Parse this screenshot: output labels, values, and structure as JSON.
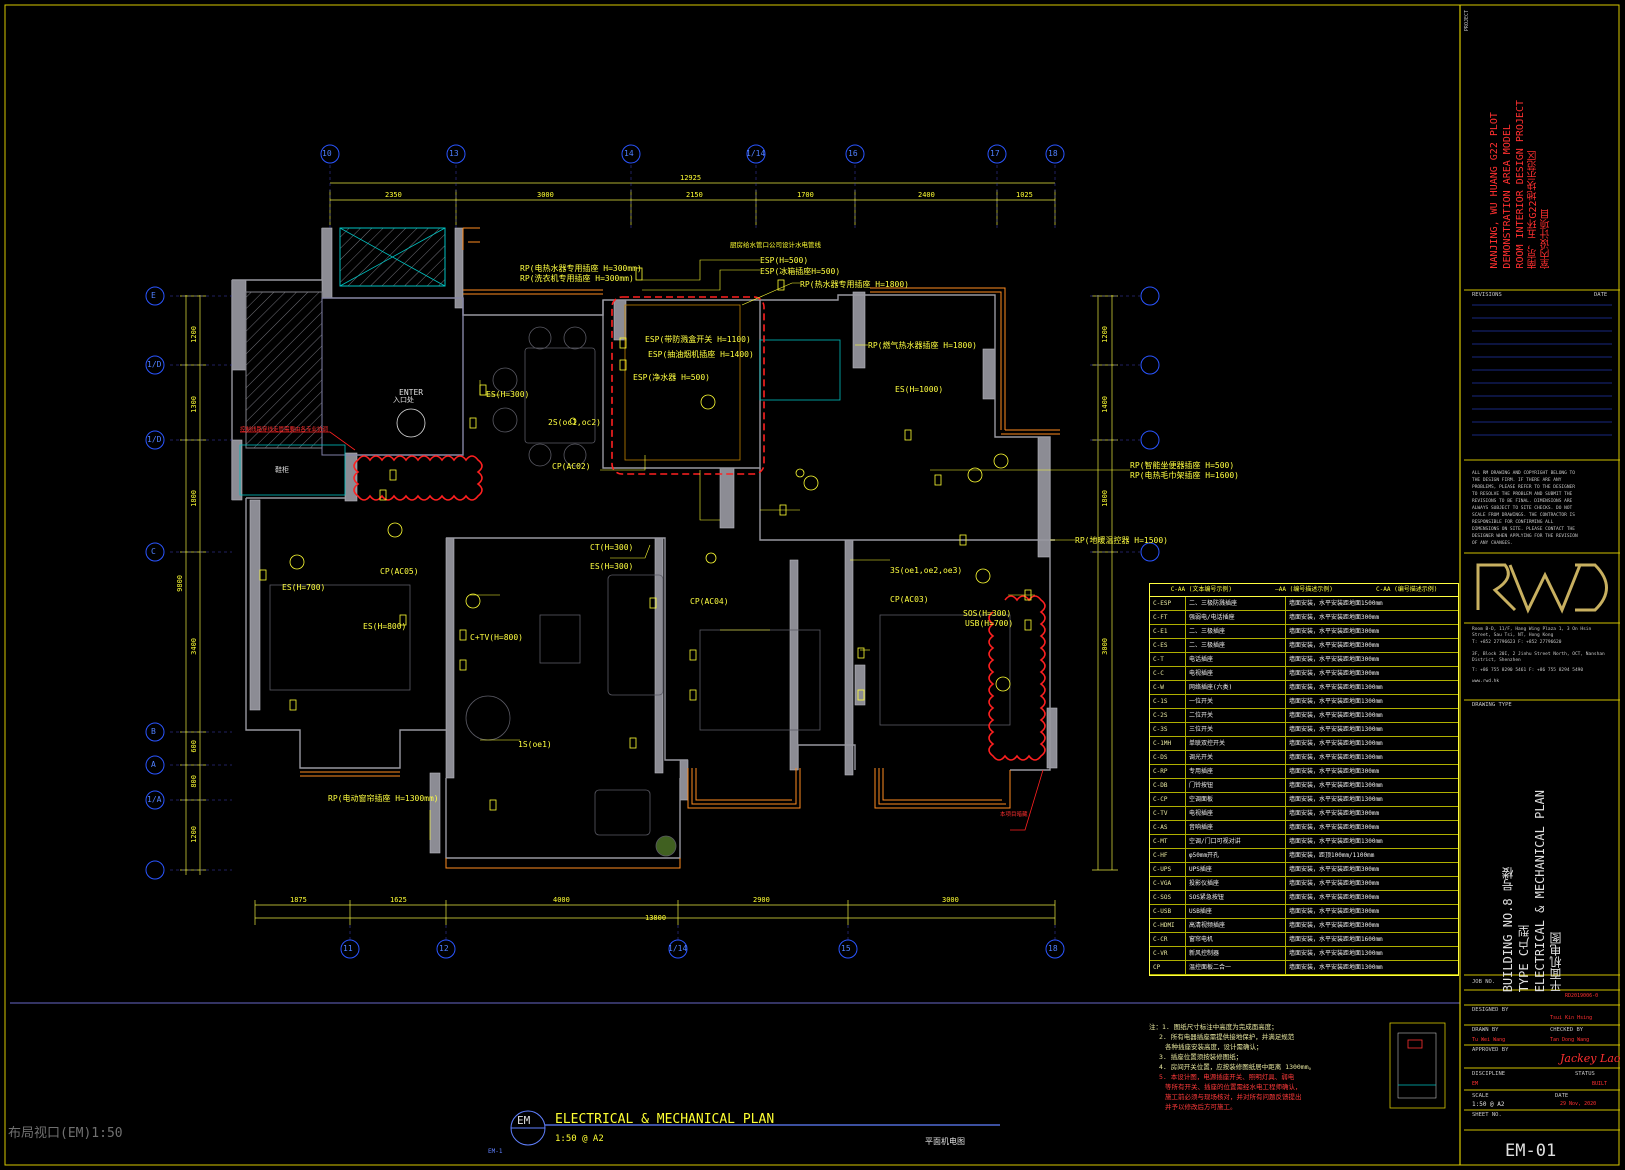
{
  "drawing": {
    "grid_top": [
      "10",
      "13",
      "14",
      "1/14",
      "16",
      "17",
      "18"
    ],
    "grid_bottom": [
      "11",
      "12",
      "1/14",
      "15",
      "18"
    ],
    "grid_left": [
      "E",
      "1/D",
      "1/D",
      "C",
      "B",
      "A",
      "1/A"
    ],
    "dims_top_total": "12925",
    "dims_top": [
      "2350",
      "3000",
      "2150",
      "1700",
      "2400",
      "1025"
    ],
    "dims_bottom_total": "13800",
    "dims_bottom": [
      "1875",
      "1625",
      "4000",
      "2900",
      "3000"
    ],
    "dims_left": [
      "1200",
      "1300",
      "1800",
      "3400",
      "600",
      "800",
      "1200"
    ],
    "dims_left_total": "9800",
    "dims_right": [
      "1200",
      "1400",
      "1800",
      "3000"
    ],
    "label_enter": "ENTER",
    "label_enter_cn": "入口处",
    "label_shoe": "鞋柜",
    "red_note_1": "控制线路穿线走管需要由各专业协调",
    "red_note_2": "本项目暗藏",
    "kitchen_note": "厨房给水管口公司设计水电管线",
    "annotations": [
      "ESP(H=500)",
      "ESP(冰箱插座H=500)",
      "RP(热水器专用插座 H=1800)",
      "RP(电热水器专用插座 H=300mm)",
      "RP(洗衣机专用插座 H=300mm)",
      "ESP(带防溅盒开关 H=1100)",
      "ESP(抽油烟机插座 H=1400)",
      "ESP(净水器 H=500)",
      "RP(燃气热水器插座 H=1800)",
      "ES(H=300)",
      "2S(oc1,oc2)",
      "RP(智能坐便器插座 H=500)",
      "RP(电热毛巾架插座 H=1600)",
      "ES(H=1000)",
      "CP(AC02)",
      "ES(H=300)",
      "ES(H=700)",
      "ES(H=800)",
      "C+TV(H=800)",
      "USB(H=700)",
      "SOS(H=300)",
      "CT(H=300)",
      "1S(oe1)",
      "RP(电动窗帘插座 H=1300mm)",
      "RP(地暖温控器 H=1500)",
      "CP(AC05)",
      "CP(AC03)",
      "CP(AC04)",
      "3S(oe1,oe2,oe3)"
    ]
  },
  "legend": {
    "headers": [
      "C-AA (文本编号示例)",
      "—AA (编号描述示例)",
      "C-AA (编号描述示例)"
    ],
    "rows": [
      {
        "code": "C-ESP",
        "name": "二、三极防溅插座",
        "spec": "墙面安装，水平安装距地面1500mm"
      },
      {
        "code": "C-FT",
        "name": "强弱电/电话插座",
        "spec": "墙面安装，水平安装距地面300mm"
      },
      {
        "code": "C-E1",
        "name": "二、三极插座",
        "spec": "墙面安装，水平安装距地面300mm"
      },
      {
        "code": "C-ES",
        "name": "二、三极插座",
        "spec": "墙面安装，水平安装距地面300mm"
      },
      {
        "code": "C-T",
        "name": "电话插座",
        "spec": "墙面安装，水平安装距地面300mm"
      },
      {
        "code": "C-C",
        "name": "电视插座",
        "spec": "墙面安装，水平安装距地面300mm"
      },
      {
        "code": "C-W",
        "name": "网络插座(六类)",
        "spec": "墙面安装，水平安装距地面1300mm"
      },
      {
        "code": "C-1S",
        "name": "一位开关",
        "spec": "墙面安装，水平安装距地面1300mm"
      },
      {
        "code": "C-2S",
        "name": "二位开关",
        "spec": "墙面安装，水平安装距地面1300mm"
      },
      {
        "code": "C-3S",
        "name": "三位开关",
        "spec": "墙面安装，水平安装距地面1300mm"
      },
      {
        "code": "C-1MH",
        "name": "单联双控开关",
        "spec": "墙面安装，水平安装距地面1300mm"
      },
      {
        "code": "C-DS",
        "name": "调光开关",
        "spec": "墙面安装，水平安装距地面1300mm"
      },
      {
        "code": "C-RP",
        "name": "专用插座",
        "spec": "墙面安装，水平安装距地面300mm"
      },
      {
        "code": "C-DB",
        "name": "门铃按钮",
        "spec": "墙面安装，水平安装距地面1300mm"
      },
      {
        "code": "C-CP",
        "name": "空调面板",
        "spec": "墙面安装，水平安装距地面1300mm"
      },
      {
        "code": "C-TV",
        "name": "电视插座",
        "spec": "墙面安装，水平安装距地面300mm"
      },
      {
        "code": "C-AS",
        "name": "音响插座",
        "spec": "墙面安装，水平安装距地面300mm"
      },
      {
        "code": "C-MT",
        "name": "空调/门口可视对讲",
        "spec": "墙面安装，水平安装距地面1300mm"
      },
      {
        "code": "C-HF",
        "name": "φ50mm开孔",
        "spec": "墙面安装，距顶100mm/1100mm"
      },
      {
        "code": "C-UPS",
        "name": "UPS插座",
        "spec": "墙面安装，水平安装距地面300mm"
      },
      {
        "code": "C-VGA",
        "name": "投影仪插座",
        "spec": "墙面安装，水平安装距地面300mm"
      },
      {
        "code": "C-SOS",
        "name": "SOS紧急按钮",
        "spec": "墙面安装，水平安装距地面300mm"
      },
      {
        "code": "C-USB",
        "name": "USB插座",
        "spec": "墙面安装，水平安装距地面300mm"
      },
      {
        "code": "C-HDMI",
        "name": "高清视频插座",
        "spec": "墙面安装，水平安装距地面300mm"
      },
      {
        "code": "C-CR",
        "name": "窗帘电机",
        "spec": "墙面安装，水平安装距地面1600mm"
      },
      {
        "code": "C-VR",
        "name": "新风控制器",
        "spec": "墙面安装，水平安装距地面1300mm"
      },
      {
        "code": "CP",
        "name": "温控面板二合一",
        "spec": "墙面安装，水平安装距地面1300mm"
      }
    ]
  },
  "notes": {
    "lines": [
      "注：1. 图纸尺寸标注中高度为完成面高度；",
      "2. 所有电器插座需提供接地保护，并满足规范",
      "各种插座安装高度，设计需确认；",
      "3. 插座位置须按装修图纸；",
      "4. 房间开关位置，应按装修图纸居中距离 1300mm。",
      "5. 本设计图，电源插座开关、照明灯具、弱电",
      "等所有开关、插座的位置需经水电工程师确认，",
      "施工前必须与现场核对，并对所有问题反馈提出",
      "并予以修改后方可施工。"
    ]
  },
  "title_block": {
    "project_label": "PROJECT",
    "project_lines": [
      "NANJING, WU HUANG G22 PLOT",
      "DEMONSTRATION AREA MODEL",
      "ROOM INTERIOR DESIGN PROJECT",
      "南京，五环G22地块示范区",
      "室内设计项目"
    ],
    "revisions_label": "REVISIONS",
    "date_label": "DATE",
    "disclaimer": "ALL RM DRAWING AND COPYRIGHT BELONG TO THE DESIGN FIRM. IF THERE ARE ANY PROBLEMS, PLEASE REFER TO THE DESIGNER TO RESOLVE THE PROBLEM AND SUBMIT THE REVISIONS TO BE FINAL. DIMENSIONS ARE ALWAYS SUBJECT TO SITE CHECKS. DO NOT SCALE FROM DRAWINGS. THE CONTRACTOR IS RESPONSIBLE FOR CONFIRMING ALL DIMENSIONS ON SITE. PLEASE CONTACT THE DESIGNER WHEN APPLYING FOR THE REVISION OF ANY CHANGES.",
    "logo": "RWD",
    "address_1": "Room B-D, 11/F, Hang Wing Plaza 1, 3 On Hsin Street, Sau Tsi, NT, Hong Kong",
    "tel_1": "T: +852 27796623   F: +852 27796620",
    "address_2": "3F, Block 20I, 2 Jinhu Street North, OCT, Nanshan District, Shenzhen",
    "tel_2": "T: +86 755 8290 5461   F: +86 755 8294 5490",
    "web": "www.rwd.hk",
    "drawing_type_label": "DRAWING TYPE",
    "drawing_title_1": "BUILDING NO.8 号楼",
    "drawing_title_2": "TYPE C户型",
    "drawing_title_3": "ELECTRICAL & MECHANICAL PLAN",
    "drawing_title_4": "平面机电图",
    "job_no_label": "JOB NO.",
    "job_no": "RD2019006-0",
    "designed_by_label": "DESIGNED BY",
    "designed_by": "Tsui Kin Hsing",
    "drawn_by_label": "DRAWN BY",
    "checked_by_label": "CHECKED BY",
    "drawn_by": "Tu Wei Wang",
    "checked_by": "Tan Dong Wang",
    "approved_by_label": "APPROVED BY",
    "approved_by": "Jackey Lao",
    "discipline_label": "DISCIPLINE",
    "status_label": "STATUS",
    "discipline": "EM",
    "status": "BUILT",
    "scale_label": "SCALE",
    "date2_label": "DATE",
    "scale": "1:50 @ A2",
    "date": "29 Nov, 2020",
    "sheet_no_label": "SHEET NO.",
    "sheet_no": "EM-01"
  },
  "bottom": {
    "viewport_label": "布局视口(EM)1:50",
    "title_code": "EM",
    "title_ref": "EM-1",
    "title": "ELECTRICAL & MECHANICAL PLAN",
    "scale": "1:50 @ A2",
    "title_cn": "平面机电图"
  },
  "colors": {
    "background": "#000000",
    "grid_circle": "#2a55ff",
    "wall": "#9a9aa0",
    "electric": "#ffff33",
    "window": "#ff8c20",
    "revision_cloud": "#ff2020",
    "dim": "#ffff40",
    "frame": "#d8c800"
  }
}
